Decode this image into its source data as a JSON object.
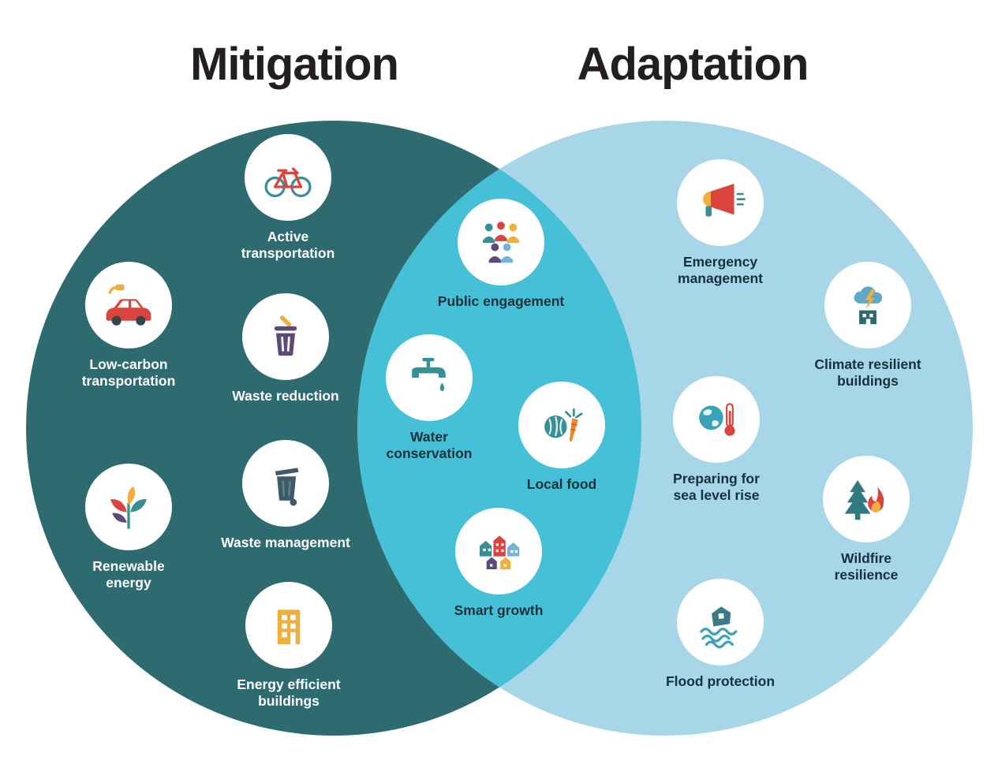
{
  "diagram": {
    "type": "venn",
    "description": "Climate actions venn diagram: Mitigation vs Adaptation with shared overlap actions"
  },
  "colors": {
    "mitigation_circle": "#2D6B70",
    "adaptation_circle": "#A7D6E8",
    "overlap": "#46C0D6",
    "icon_circle_bg": "#FFFFFF",
    "label_on_dark": "#FFFFFF",
    "label_on_light": "#16313B",
    "title_color": "#231F20",
    "accent_red": "#D9453D",
    "accent_yellow": "#EFAF3C",
    "accent_teal": "#3A8F96",
    "accent_purple": "#5C4A78"
  },
  "mitigation": {
    "title": "Mitigation",
    "items": [
      {
        "label": "Active\ntransportation",
        "icon": "bicycle-icon"
      },
      {
        "label": "Low-carbon\ntransportation",
        "icon": "electric-car-icon"
      },
      {
        "label": "Waste reduction",
        "icon": "trash-can-icon"
      },
      {
        "label": "Renewable\nenergy",
        "icon": "plant-leaves-icon"
      },
      {
        "label": "Waste management",
        "icon": "waste-bin-icon"
      },
      {
        "label": "Energy efficient\nbuildings",
        "icon": "building-icon"
      }
    ]
  },
  "overlap": {
    "items": [
      {
        "label": "Public engagement",
        "icon": "people-group-icon"
      },
      {
        "label": "Water\nconservation",
        "icon": "faucet-drop-icon"
      },
      {
        "label": "Local food",
        "icon": "vegetables-icon"
      },
      {
        "label": "Smart growth",
        "icon": "houses-icon"
      }
    ]
  },
  "adaptation": {
    "title": "Adaptation",
    "items": [
      {
        "label": "Emergency\nmanagement",
        "icon": "megaphone-icon"
      },
      {
        "label": "Climate resilient\nbuildings",
        "icon": "storm-building-icon"
      },
      {
        "label": "Preparing for\nsea level rise",
        "icon": "globe-thermometer-icon"
      },
      {
        "label": "Wildfire\nresilience",
        "icon": "tree-fire-icon"
      },
      {
        "label": "Flood protection",
        "icon": "flood-house-icon"
      }
    ]
  }
}
